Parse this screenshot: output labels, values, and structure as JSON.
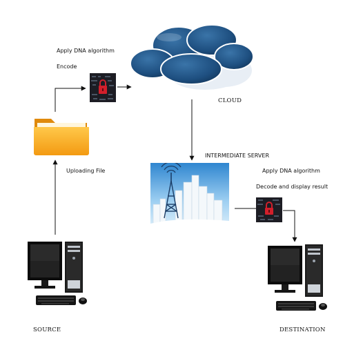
{
  "labels": {
    "apply_dna_top": "Apply DNA algorithm",
    "encode": "Encode",
    "cloud": "CLOUD",
    "uploading_file": "Uploading File",
    "intermediate_server": "INTERMEDIATE SERVER",
    "apply_dna_right": "Apply DNA algorithm",
    "decode_display": "Decode and display result",
    "source": "SOURCE",
    "destination": "DESTINATION"
  },
  "icons": {
    "cloud": "cloud-icon",
    "folder": "folder-icon",
    "lock_top": "encryption-lock-icon",
    "lock_right": "decryption-lock-icon",
    "server": "antenna-tower-icon",
    "source_pc": "desktop-computer-icon",
    "destination_pc": "desktop-computer-icon"
  },
  "colors": {
    "cloud_blue": "#1e4f80",
    "folder_orange": "#f7a21b",
    "lock_red": "#d21f2b",
    "lock_bg": "#1d1d24",
    "arrow": "#111111",
    "sky_blue": "#3b95d8"
  }
}
